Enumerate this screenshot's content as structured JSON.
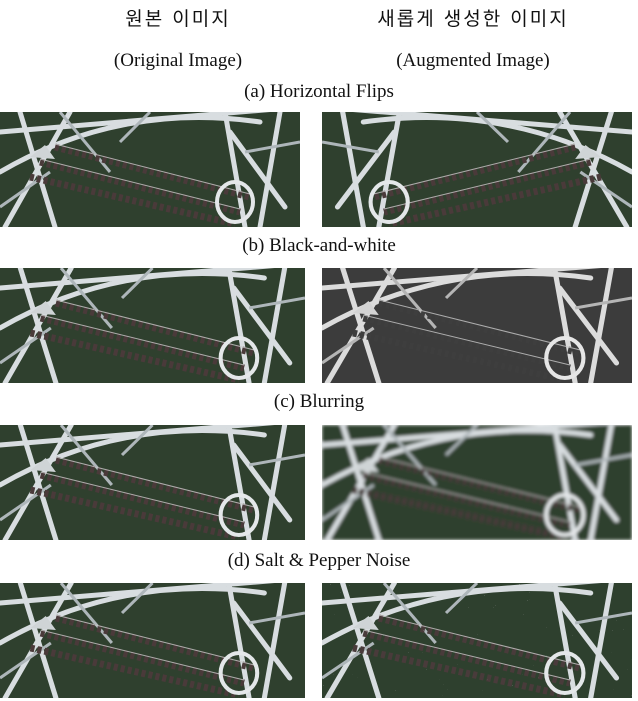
{
  "headers": {
    "original_ko": "원본 이미지",
    "original_en": "(Original Image)",
    "augmented_ko": "새롭게 생성한 이미지",
    "augmented_en": "(Augmented Image)"
  },
  "sections": [
    {
      "id": "a",
      "caption": "(a)  Horizontal Flips"
    },
    {
      "id": "b",
      "caption": "(b)  Black-and-white"
    },
    {
      "id": "c",
      "caption": "(c)  Blurring"
    },
    {
      "id": "d",
      "caption": "(d)  Salt & Pepper Noise"
    }
  ],
  "colors": {
    "background_color": "#2b3a2a",
    "steel_color": "#d8dde0",
    "insulator_color": "#4a3a3a"
  }
}
